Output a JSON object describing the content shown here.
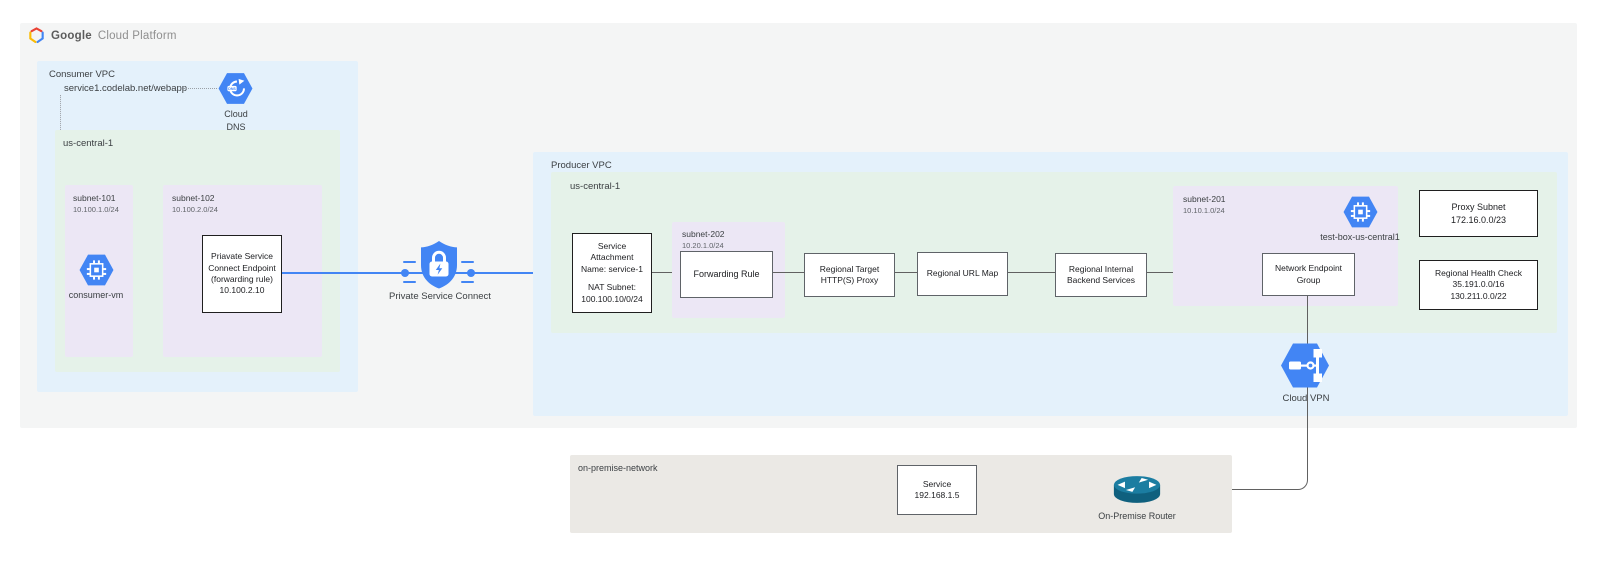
{
  "colors": {
    "gcp_blue": "#4285f4",
    "connector_gray": "#616161",
    "vpc_blue": "#e4f1fb",
    "region_green": "#e5f2e9",
    "subnet_purple": "#ece7f5",
    "onprem_beige": "#ebe9e5",
    "router_teal_top": "#1b7da1",
    "router_teal_body": "#0f607e",
    "canvas_gray": "#f4f5f5"
  },
  "logo": {
    "google": "Google",
    "cloud_platform": "Cloud Platform"
  },
  "consumer": {
    "vpc_label": "Consumer VPC",
    "dns_record": "service1.codelab.net/webapp",
    "dns_label1": "Cloud",
    "dns_label2": "DNS",
    "region_label": "us-central-1",
    "subnet101_name": "subnet-101",
    "subnet101_cidr": "10.100.1.0/24",
    "vm_label": "consumer-vm",
    "subnet102_name": "subnet-102",
    "subnet102_cidr": "10.100.2.0/24",
    "endpoint_l1": "Priavate Service",
    "endpoint_l2": "Connect Endpoint",
    "endpoint_l3": "(forwarding rule)",
    "endpoint_l4": "10.100.2.10"
  },
  "psc_label": "Private Service Connect",
  "producer": {
    "vpc_label": "Producer VPC",
    "region_label": "us-central-1",
    "sa_l1": "Service",
    "sa_l2": "Attachment",
    "sa_l3": "Name: service-1",
    "sa_l4": "NAT Subnet:",
    "sa_l5": "100.100.10/0/24",
    "subnet202_name": "subnet-202",
    "subnet202_cidr": "10.20.1.0/24",
    "forwarding_rule": "Forwarding Rule",
    "rtp_l1": "Regional Target",
    "rtp_l2": "HTTP(S) Proxy",
    "url_map": "Regional URL Map",
    "backend_l1": "Regional Internal",
    "backend_l2": "Backend Services",
    "subnet201_name": "subnet-201",
    "subnet201_cidr": "10.10.1.0/24",
    "test_box_label": "test-box-us-central1",
    "neg_l1": "Network Endpoint",
    "neg_l2": "Group",
    "proxy_subnet_l1": "Proxy Subnet",
    "proxy_subnet_l2": "172.16.0.0/23",
    "hc_l1": "Regional Health Check",
    "hc_l2": "35.191.0.0/16",
    "hc_l3": "130.211.0.0/22",
    "vpn_label": "Cloud VPN"
  },
  "onprem": {
    "label": "on-premise-network",
    "service_l1": "Service",
    "service_l2": "192.168.1.5",
    "router_label": "On-Premise Router"
  }
}
